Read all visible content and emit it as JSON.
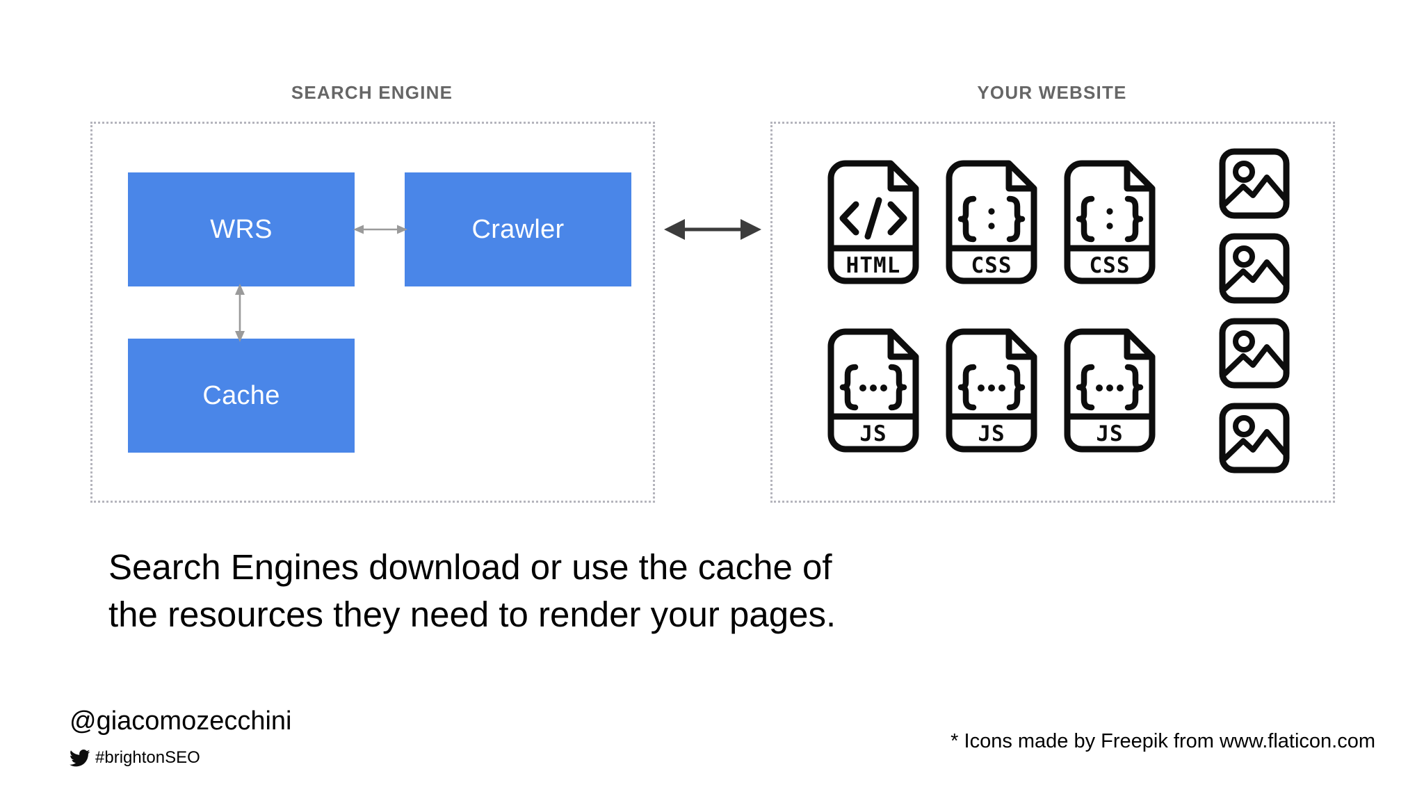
{
  "slide": {
    "background_color": "#ffffff",
    "accent_color": "#4a86e8",
    "caption_color": "#666666",
    "dotted_border_color": "#b4b4bc"
  },
  "sections": {
    "search_engine": {
      "caption": "SEARCH ENGINE",
      "nodes": [
        {
          "id": "wrs",
          "label": "WRS"
        },
        {
          "id": "crawler",
          "label": "Crawler"
        },
        {
          "id": "cache",
          "label": "Cache"
        }
      ]
    },
    "your_website": {
      "caption": "YOUR WEBSITE",
      "file_icons": [
        {
          "type": "html",
          "label": "HTML",
          "glyph": "</>"
        },
        {
          "type": "css",
          "label": "CSS",
          "glyph": "{ : }"
        },
        {
          "type": "css",
          "label": "CSS",
          "glyph": "{ : }"
        },
        {
          "type": "js",
          "label": "JS",
          "glyph": "{...}"
        },
        {
          "type": "js",
          "label": "JS",
          "glyph": "{...}"
        },
        {
          "type": "js",
          "label": "JS",
          "glyph": "{...}"
        }
      ],
      "image_icons": [
        {
          "type": "image"
        },
        {
          "type": "image"
        },
        {
          "type": "image"
        },
        {
          "type": "image"
        }
      ]
    }
  },
  "connectors": {
    "wrs_crawler": "double-arrow-horizontal",
    "wrs_cache": "double-arrow-vertical",
    "search_engine_website": "double-arrow-horizontal"
  },
  "body_text": {
    "line1": "Search Engines download or use the cache of",
    "line2": "the resources they need to render your pages."
  },
  "footer": {
    "handle": "@giacomozecchini",
    "hashtag": "#brightonSEO",
    "attribution": "* Icons made by Freepik from www.flaticon.com"
  }
}
